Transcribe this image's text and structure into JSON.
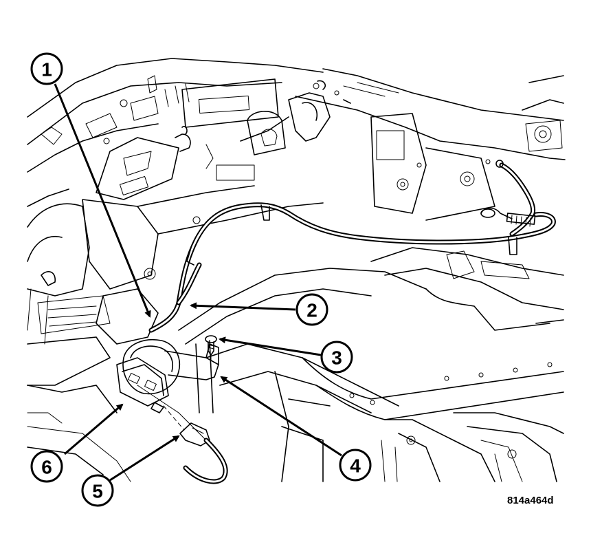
{
  "figure_id": "814a464d",
  "callouts": [
    {
      "label": "1",
      "part": "harness-routing"
    },
    {
      "label": "2",
      "part": "wire-harness"
    },
    {
      "label": "3",
      "part": "screw"
    },
    {
      "label": "4",
      "part": "bracket"
    },
    {
      "label": "5",
      "part": "connector"
    },
    {
      "label": "6",
      "part": "socket"
    }
  ]
}
